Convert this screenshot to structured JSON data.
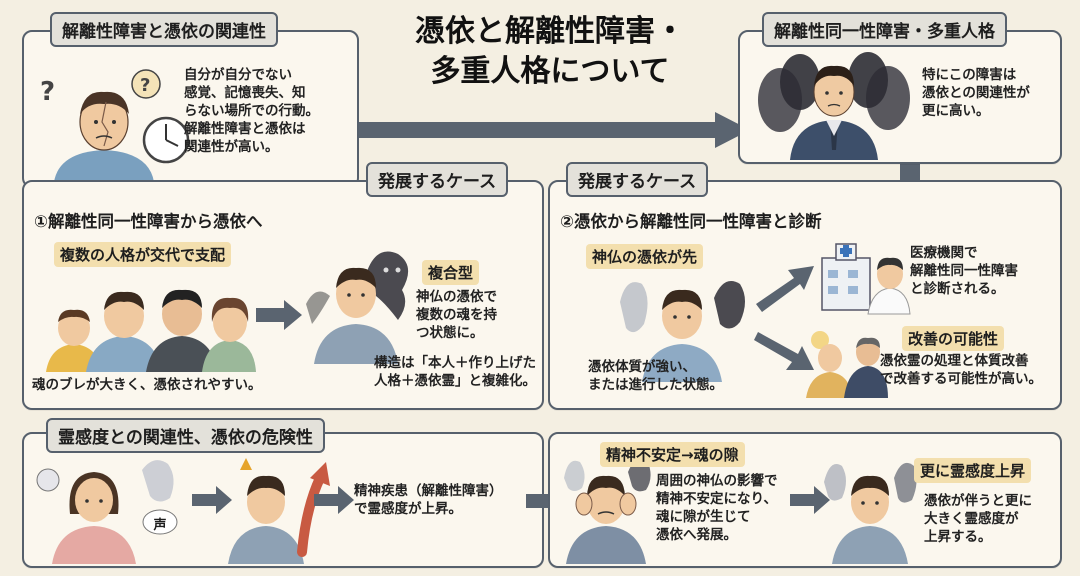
{
  "title": {
    "line1": "憑依と解離性障害・",
    "line2": "多重人格について"
  },
  "panel1": {
    "tab": "解離性障害と憑依の関連性",
    "text": [
      "自分が自分でない",
      "感覚、記憶喪失、知",
      "らない場所での行動。",
      "解離性障害と憑依は",
      "関連性が高い。"
    ]
  },
  "panel2": {
    "tab": "解離性同一性障害・多重人格",
    "text": [
      "特にこの障害は",
      "憑依との関連性が",
      "更に高い。"
    ]
  },
  "case_tab_left": "発展するケース",
  "case_tab_right": "発展するケース",
  "panel3": {
    "subtitle": "①解離性同一性障害から憑依へ",
    "highlight": "複数の人格が交代で支配",
    "caption": "魂のブレが大きく、憑依されやすい。",
    "type_label": "複合型",
    "type_text": [
      "神仏の憑依で",
      "複数の魂を持",
      "つ状態に。"
    ],
    "structure_text": [
      "構造は「本人＋作り上げた",
      "人格＋憑依霊」と複雑化。"
    ]
  },
  "panel4": {
    "subtitle": "②憑依から解離性同一性障害と診断",
    "highlight": "神仏の憑依が先",
    "caption": [
      "憑依体質が強い、",
      "または進行した状態。"
    ],
    "medical_text": [
      "医療機関で",
      "解離性同一性障害",
      "と診断される。"
    ],
    "improve_label": "改善の可能性",
    "improve_text": [
      "憑依霊の処理と体質改善",
      "で改善する可能性が高い。"
    ]
  },
  "panel5": {
    "tab": "霊感度との関連性、憑依の危険性",
    "voice_label": "声",
    "text": [
      "精神疾患（解離性障害）",
      "で霊感度が上昇。"
    ]
  },
  "panel6": {
    "highlight1": "精神不安定→魂の隙",
    "text1": [
      "周囲の神仏の影響で",
      "精神不安定になり、",
      "魂に隙が生じて",
      "憑依へ発展。"
    ],
    "highlight2": "更に霊感度上昇",
    "text2": [
      "憑依が伴うと更に",
      "大きく霊感度が",
      "上昇する。"
    ]
  }
}
